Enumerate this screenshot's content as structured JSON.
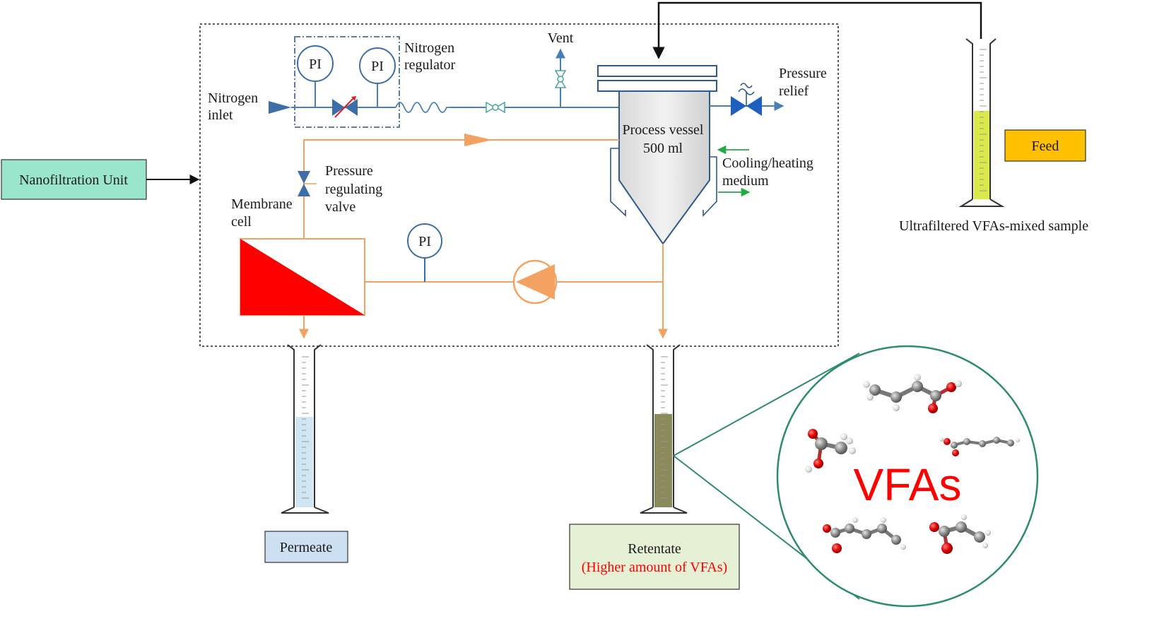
{
  "colors": {
    "nanofiltration_box": "#99e6cc",
    "feed_box": "#ffc000",
    "permeate_box": "#cce0f2",
    "retentate_box": "#e6f0d4",
    "orange_line": "#f4a261",
    "blue_line": "#4a7fb5",
    "membrane": "#ff0000",
    "vfa_red": "#ff0000",
    "zoom_green": "#2e8b6e",
    "feed_liquid": "#d9e84a",
    "permeate_liquid": "#d0e6f3",
    "retentate_liquid": "#8a8a5a"
  },
  "labels": {
    "nanofiltration_unit": "Nanofiltration Unit",
    "nitrogen_inlet_1": "Nitrogen",
    "nitrogen_inlet_2": "inlet",
    "nitrogen_regulator_1": "Nitrogen",
    "nitrogen_regulator_2": "regulator",
    "pi": "PI",
    "vent": "Vent",
    "pressure_relief_1": "Pressure",
    "pressure_relief_2": "relief",
    "process_vessel_1": "Process vessel",
    "process_vessel_2": "500 ml",
    "cooling_1": "Cooling/heating",
    "cooling_2": "medium",
    "pressure_valve_1": "Pressure",
    "pressure_valve_2": "regulating",
    "pressure_valve_3": "valve",
    "membrane_1": "Membrane",
    "membrane_2": "cell",
    "feed": "Feed",
    "ultrafiltered": "Ultrafiltered VFAs-mixed sample",
    "permeate": "Permeate",
    "retentate_1": "Retentate",
    "retentate_2": "(Higher amount of VFAs)",
    "vfas": "VFAs"
  },
  "icons": [
    "pressure-indicator-icon",
    "needle-valve-icon",
    "check-valve-icon",
    "pump-icon",
    "ball-valve-icon",
    "graduated-cylinder-icon",
    "molecule-icon"
  ]
}
